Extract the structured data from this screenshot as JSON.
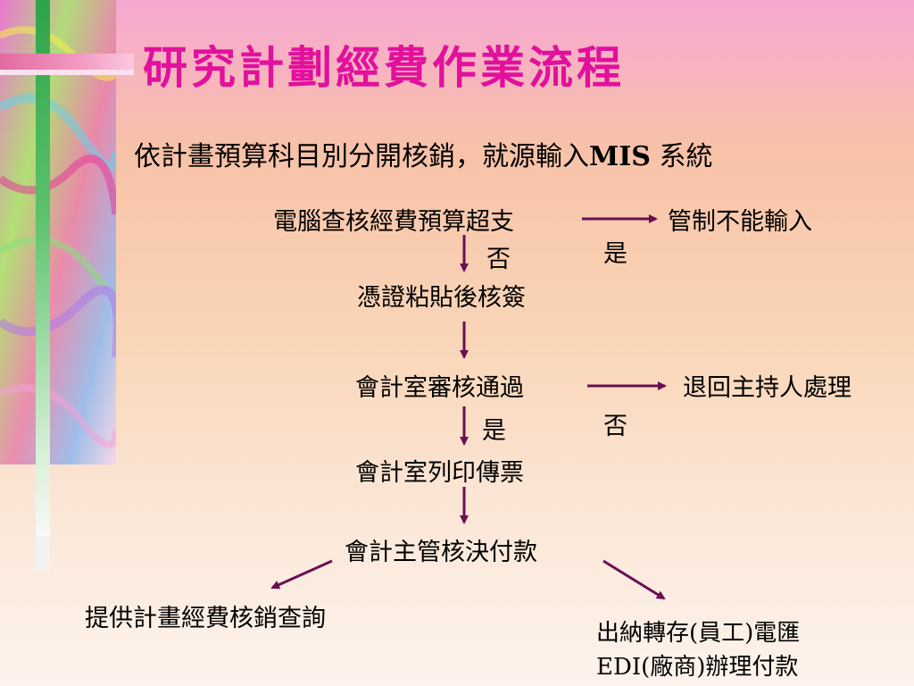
{
  "title": "研究計劃經費作業流程",
  "subtitle_main": "依計畫預算科目別分開核銷，就源輸入",
  "subtitle_mis": "MIS",
  "subtitle_end": " 系統",
  "flow": {
    "check_budget": "電腦查核經費預算超支",
    "control_no_input": "管制不能輸入",
    "yes_1": "是",
    "no_1": "否",
    "voucher_sign": "憑證粘貼後核簽",
    "accounting_review": "會計室審核通過",
    "return_pi": "退回主持人處理",
    "yes_2": "是",
    "no_2": "否",
    "print_ticket": "會計室列印傳票",
    "approve_payment": "會計主管核決付款",
    "provide_query": "提供計畫經費核銷查詢",
    "cashier_line1": "出納轉存(員工)電匯",
    "cashier_line2": "EDI(廠商)辦理付款"
  },
  "colors": {
    "title": "#e2109c",
    "arrow": "#6a0f52"
  }
}
